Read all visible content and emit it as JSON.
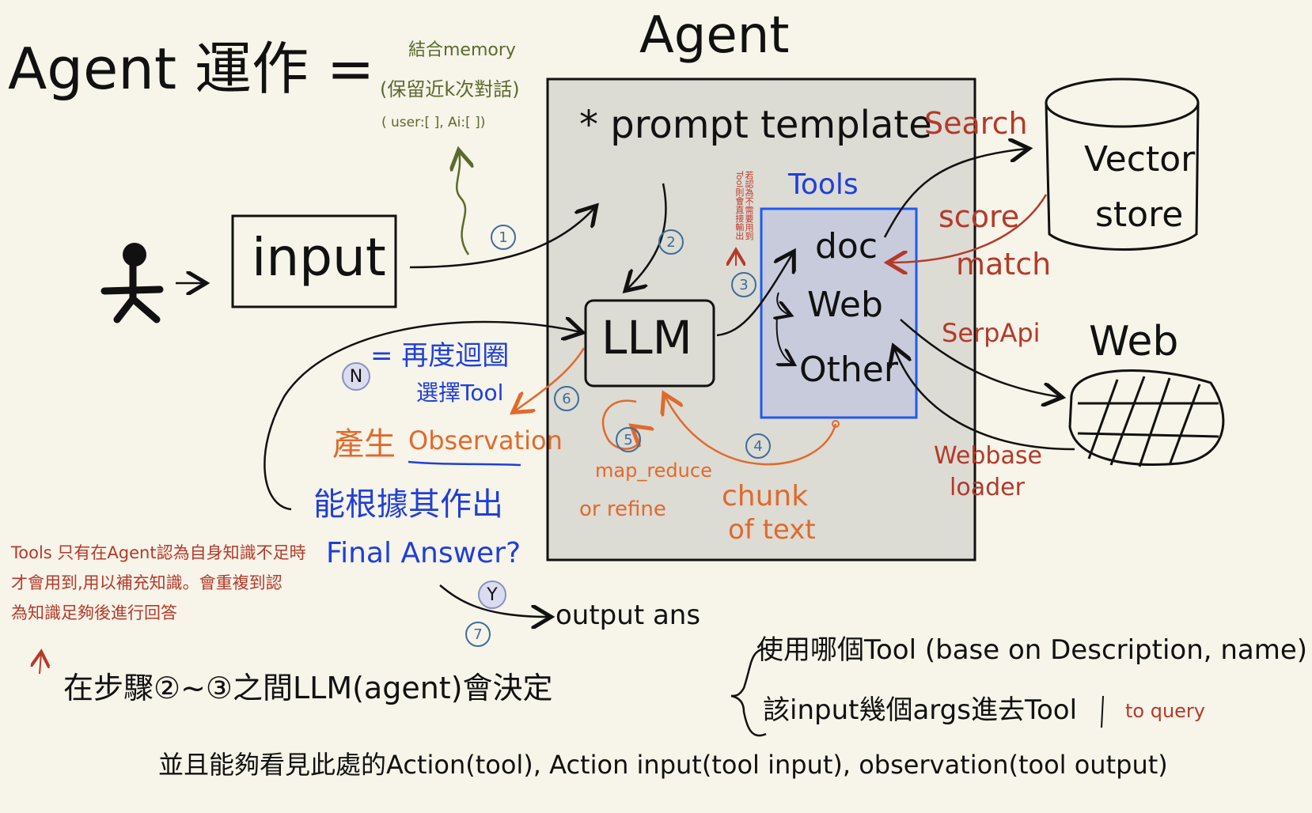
{
  "colors": {
    "background": "#f7f4e9",
    "agent_box_fill": "#dcdbd4",
    "tools_box_border": "#1f5af0",
    "tools_box_fill": "#c8cbdb",
    "red": "#b33a2a",
    "orange": "#e06a2c",
    "blue": "#1f3fd8",
    "olive": "#5a6a2e",
    "steel": "#3c6e9a"
  },
  "title": "Agent 運作 =",
  "agent_label": "Agent",
  "memory": {
    "line1": "結合memory",
    "line2": "(保留近k次對話)",
    "line3": "( user:[    ], Ai:[   ])"
  },
  "input_label": "input",
  "prompt_template": "* prompt  template",
  "llm_label": "LLM",
  "tools": {
    "title": "Tools",
    "items": [
      "doc",
      "Web",
      "Other"
    ]
  },
  "vertical_note": "若認為不需要用到Tool則會直接輸出",
  "vector_store": {
    "line1": "Vector",
    "line2": "store"
  },
  "web_label": "Web",
  "arrow_labels": {
    "search": "Search",
    "score": "score",
    "match": "match",
    "serpapi": "SerpApi",
    "webbase": "Webbase",
    "loader": "loader"
  },
  "steps": {
    "s1": "1",
    "s2": "2",
    "s3": "3",
    "s4": "4",
    "s5": "5",
    "s6": "6",
    "s7": "7"
  },
  "loop": {
    "n_icon": "N",
    "n_text_line1": "= 再度迴圈",
    "n_text_line2": "選擇Tool",
    "observation_prefix": "產生",
    "observation_word": "Observation",
    "question_line1": "能根據其作出",
    "question_line2": "Final Answer?",
    "y_icon": "Y",
    "output": "output ans"
  },
  "map_reduce": {
    "line1": "map_reduce",
    "line2": "or  refine"
  },
  "chunk": {
    "line1": "chunk",
    "line2": "of  text"
  },
  "tools_note": {
    "line1": "Tools 只有在Agent認為自身知識不足時",
    "line2": "才會用到,用以補充知識。會重複到認",
    "line3": "為知識足夠後進行回答"
  },
  "bottom": {
    "main": "在步驟②~③之間LLM(agent)會決定",
    "brace_item1": "使用哪個Tool (base on Description, name)",
    "brace_item2": "該input幾個args進去Tool",
    "to_query": "to query",
    "line2": "並且能夠看見此處的Action(tool), Action input(tool input), observation(tool output)"
  }
}
